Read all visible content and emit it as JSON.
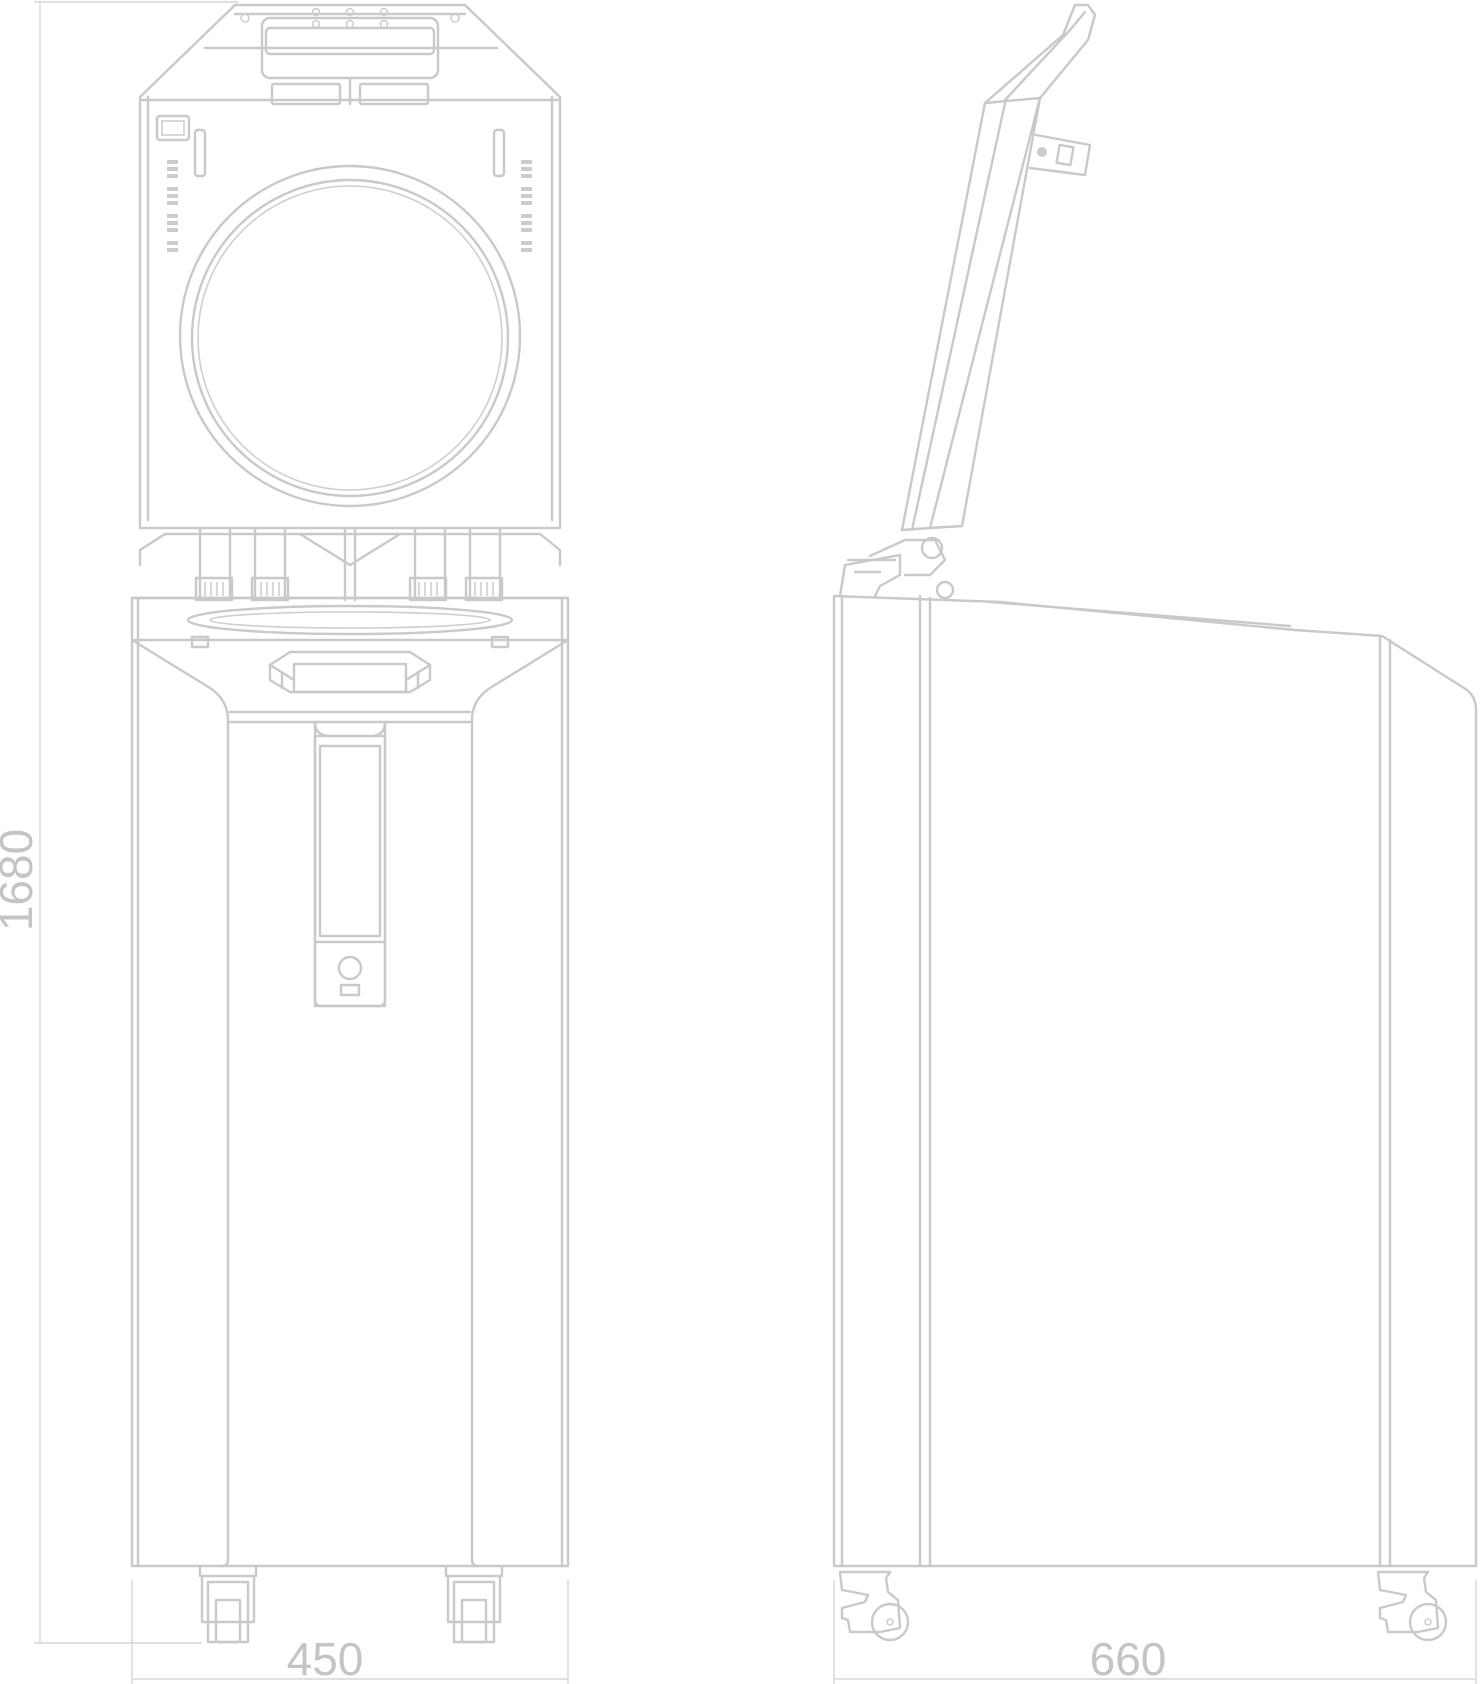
{
  "dimensions": {
    "height_label": "1680",
    "front_width_label": "450",
    "side_depth_label": "660"
  },
  "colors": {
    "line": "#c9c9c9",
    "dimension_line": "#d6d6d6",
    "dimension_text": "#c4c4c4",
    "background": "#ffffff"
  }
}
